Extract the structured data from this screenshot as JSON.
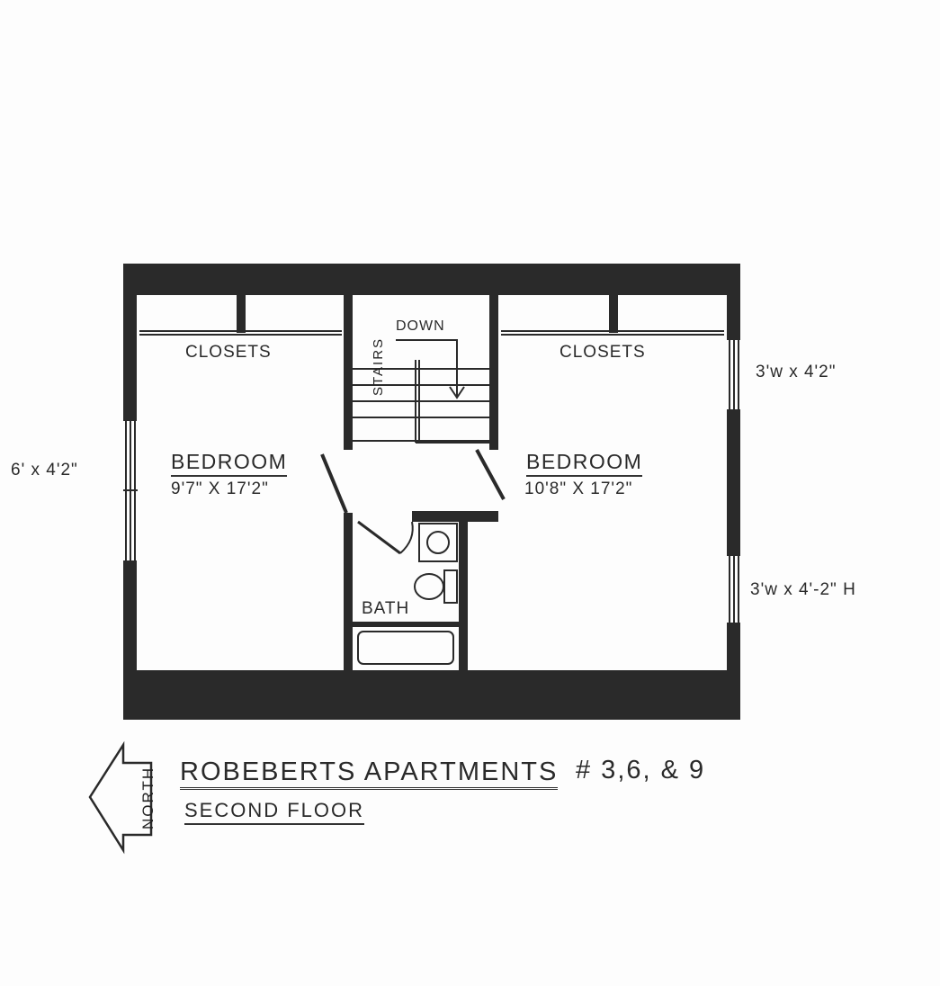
{
  "rooms": {
    "closets_left": "CLOSETS",
    "closets_right": "CLOSETS",
    "stairs": "STAIRS",
    "down": "DOWN",
    "bedroom_left": {
      "name": "BEDROOM",
      "size": "9'7\" X 17'2\""
    },
    "bedroom_right": {
      "name": "BEDROOM",
      "size": "10'8\" X 17'2\""
    },
    "bath": "BATH"
  },
  "windows": {
    "west": "6' x 4'2\"",
    "east_top": "3'w x 4'2\"",
    "east_bottom": "3'w x 4'-2\" H"
  },
  "title": {
    "name": "ROBEBERTS APARTMENTS",
    "units": "# 3,6, & 9",
    "floor": "SECOND FLOOR",
    "north": "NORTH"
  },
  "colors": {
    "ink": "#2a2a2a",
    "paper": "#fdfdfd"
  }
}
